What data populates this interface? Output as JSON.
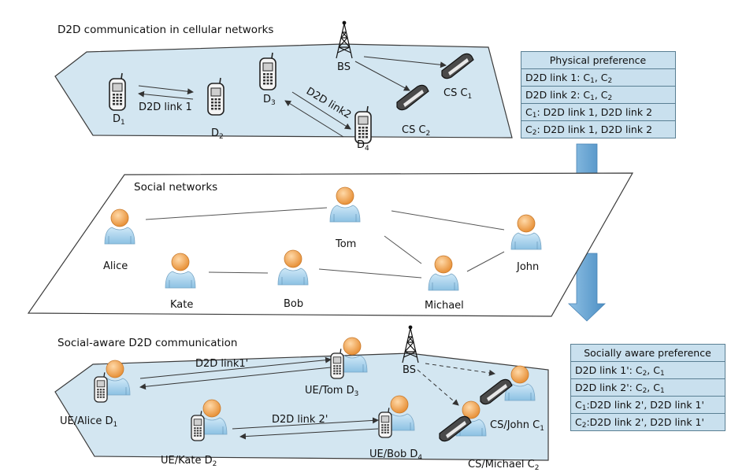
{
  "panels": {
    "top_title": "D2D communication in cellular networks",
    "middle_title": "Social networks",
    "bottom_title": "Social-aware D2D communication"
  },
  "top": {
    "devices": [
      {
        "id": "D1",
        "label": "D",
        "sub": "1"
      },
      {
        "id": "D2",
        "label": "D",
        "sub": "2"
      },
      {
        "id": "D3",
        "label": "D",
        "sub": "3"
      },
      {
        "id": "D4",
        "label": "D",
        "sub": "4"
      }
    ],
    "bs_label": "BS",
    "cs_c1": {
      "label": "CS C",
      "sub": "1"
    },
    "cs_c2": {
      "label": "CS C",
      "sub": "2"
    },
    "link1_label": "D2D link 1",
    "link2_label": "D2D link2"
  },
  "physical_table": {
    "header": "Physical preference",
    "rows": [
      {
        "text": "D2D link 1: C",
        "s1": "1",
        "mid": ", C",
        "s2": "2",
        "rest": ""
      },
      {
        "text": "D2D link 2: C",
        "s1": "1",
        "mid": ", C",
        "s2": "2",
        "rest": ""
      },
      {
        "text": "C",
        "s1": "1",
        "mid": ": D2D link 1, D2D link 2",
        "s2": "",
        "rest": ""
      },
      {
        "text": "C",
        "s1": "2",
        "mid": ": D2D link 1, D2D link 2",
        "s2": "",
        "rest": ""
      }
    ]
  },
  "social": {
    "people": [
      {
        "name": "Alice"
      },
      {
        "name": "Kate"
      },
      {
        "name": "Tom"
      },
      {
        "name": "Bob"
      },
      {
        "name": "Michael"
      },
      {
        "name": "John"
      }
    ]
  },
  "bottom": {
    "alice": {
      "label": "UE/Alice D",
      "sub": "1"
    },
    "tom": {
      "label": "UE/Tom D",
      "sub": "3"
    },
    "kate": {
      "label": "UE/Kate D",
      "sub": "2"
    },
    "bob": {
      "label": "UE/Bob D",
      "sub": "4"
    },
    "john": {
      "label": "CS/John C",
      "sub": "1"
    },
    "michael": {
      "label": "CS/Michael C",
      "sub": "2"
    },
    "bs_label": "BS",
    "link1_label": "D2D link1'",
    "link2_label": "D2D link 2'"
  },
  "social_table": {
    "header": "Socially aware preference",
    "rows": [
      {
        "text": "D2D link 1': C",
        "s1": "2",
        "mid": ", C",
        "s2": "1",
        "rest": ""
      },
      {
        "text": "D2D link 2': C",
        "s1": "2",
        "mid": ", C",
        "s2": "1",
        "rest": ""
      },
      {
        "text": "C",
        "s1": "1",
        "mid": ":D2D link 2', D2D link 1'",
        "s2": "",
        "rest": ""
      },
      {
        "text": "C",
        "s1": "2",
        "mid": ":D2D link 2', D2D link 1'",
        "s2": "",
        "rest": ""
      }
    ]
  },
  "colors": {
    "plane_fill": "#d3e6f1",
    "plane_stroke": "#3b3b3b",
    "person_head": "#f2a95e",
    "person_body": "#a9d3ec",
    "arrow_fill": "#6aa6d2",
    "table_fill": "#c9e0ee"
  }
}
